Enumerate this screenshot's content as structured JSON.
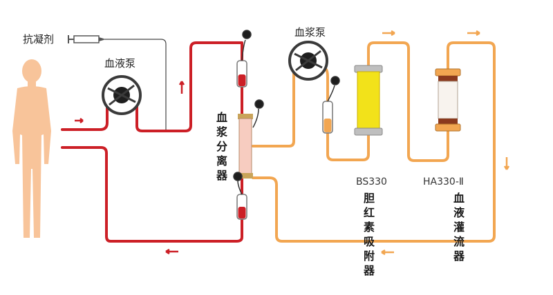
{
  "labels": {
    "anticoagulant": "抗凝剂",
    "blood_pump": "血液泵",
    "plasma_pump": "血浆泵",
    "plasma_separator": "血\n浆\n分\n离\n器",
    "bs_model": "BS330",
    "ha_model": "HA330-Ⅱ",
    "bilirubin_adsorber": "胆\n红\n素\n吸\n附\n器",
    "hemoperfusion": "血\n液\n灌\n流\n器"
  },
  "colors": {
    "blood_line": "#cc1f26",
    "plasma_line": "#f2a651",
    "body": "#f8c49a",
    "arrow_red": "#cc1f26",
    "arrow_orange": "#f2a651",
    "bs_cartridge": "#f2e21a",
    "ha_cartridge": "#8b3a1e"
  },
  "icons": [
    "human-body-icon",
    "syringe-icon",
    "blood-pump-icon",
    "plasma-pump-icon",
    "clamp-icon"
  ]
}
